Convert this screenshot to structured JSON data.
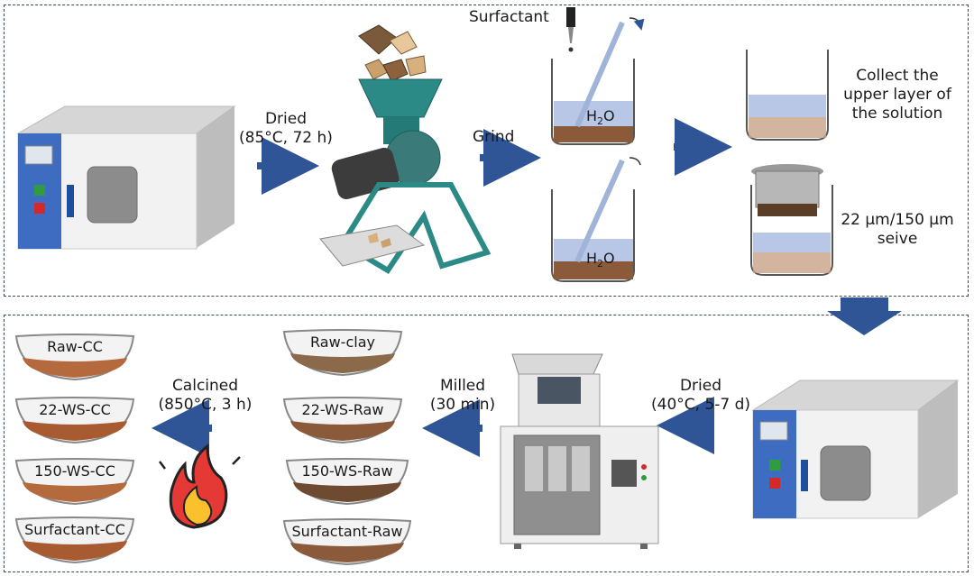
{
  "steps": {
    "dried_1_line1": "Dried",
    "dried_1_line2": "(85°C, 72 h)",
    "grind": "Grind",
    "surfactant": "Surfactant",
    "water_1": "H",
    "water_2": "O",
    "water_sub": "2",
    "collect_line1": "Collect the",
    "collect_line2": "upper layer of",
    "collect_line3": "the solution",
    "sieve_line1": "22 μm/150 μm",
    "sieve_line2": "seive",
    "dried_2_line1": "Dried",
    "dried_2_line2": "(40°C, 5-7 d)",
    "milled_line1": "Milled",
    "milled_line2": "(30 min)",
    "calcined_line1": "Calcined",
    "calcined_line2": "(850°C, 3 h)"
  },
  "raw_samples": [
    "Raw-clay",
    "22-WS-Raw",
    "150-WS-Raw",
    "Surfactant-Raw"
  ],
  "calcined_samples": [
    "Raw-CC",
    "22-WS-CC",
    "150-WS-CC",
    "Surfactant-CC"
  ],
  "colors": {
    "arrow": "#2f5597",
    "clay": "#8a5a3a",
    "water": "#b9c7e6",
    "oven_panel": "#3d6cc0",
    "grinder": "#2b8a86"
  }
}
